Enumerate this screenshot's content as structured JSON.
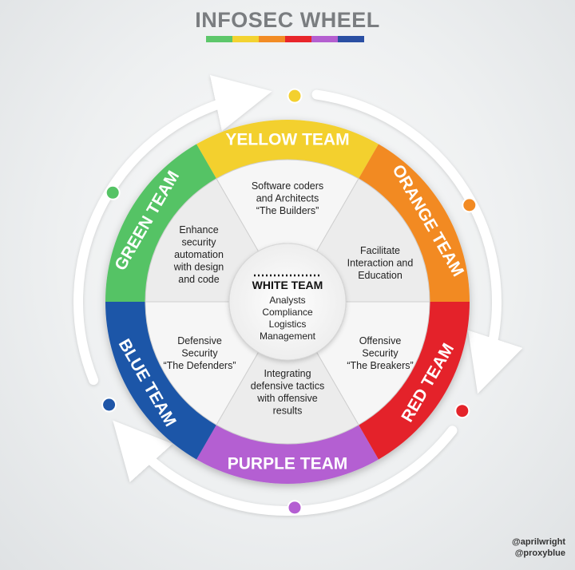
{
  "title": "INFOSEC WHEEL",
  "title_bar_colors": [
    "#5dc76b",
    "#f3d331",
    "#f28c25",
    "#e8262b",
    "#b45fd0",
    "#2a4fa3"
  ],
  "center": {
    "title": "WHITE TEAM",
    "items": [
      "Analysts",
      "Compliance",
      "Logistics",
      "Management"
    ]
  },
  "teams": [
    {
      "label": "YELLOW TEAM",
      "color": "#f3d02e",
      "description": [
        "Software coders",
        "and Architects",
        "“The Builders”"
      ]
    },
    {
      "label": "ORANGE TEAM",
      "color": "#f28a22",
      "description": [
        "Facilitate",
        "Interaction and",
        "Education"
      ]
    },
    {
      "label": "RED TEAM",
      "color": "#e4242a",
      "description": [
        "Offensive",
        "Security",
        "“The Breakers”"
      ]
    },
    {
      "label": "PURPLE TEAM",
      "color": "#b45ed2",
      "description": [
        "Integrating",
        "defensive tactics",
        "with offensive",
        "results"
      ]
    },
    {
      "label": "BLUE TEAM",
      "color": "#1f56a8",
      "description": [
        "Defensive",
        "Security",
        "“The Defenders”"
      ]
    },
    {
      "label": "GREEN TEAM",
      "color": "#55c365",
      "description": [
        "Enhance",
        "security",
        "automation",
        "with design",
        "and code"
      ]
    }
  ],
  "outer_dots": [
    {
      "color": "#f3d02e"
    },
    {
      "color": "#f28a22"
    },
    {
      "color": "#e4242a"
    },
    {
      "color": "#b45ed2"
    },
    {
      "color": "#1f56a8"
    },
    {
      "color": "#55c365"
    }
  ],
  "credits": [
    "@aprilwright",
    "@proxyblue"
  ]
}
